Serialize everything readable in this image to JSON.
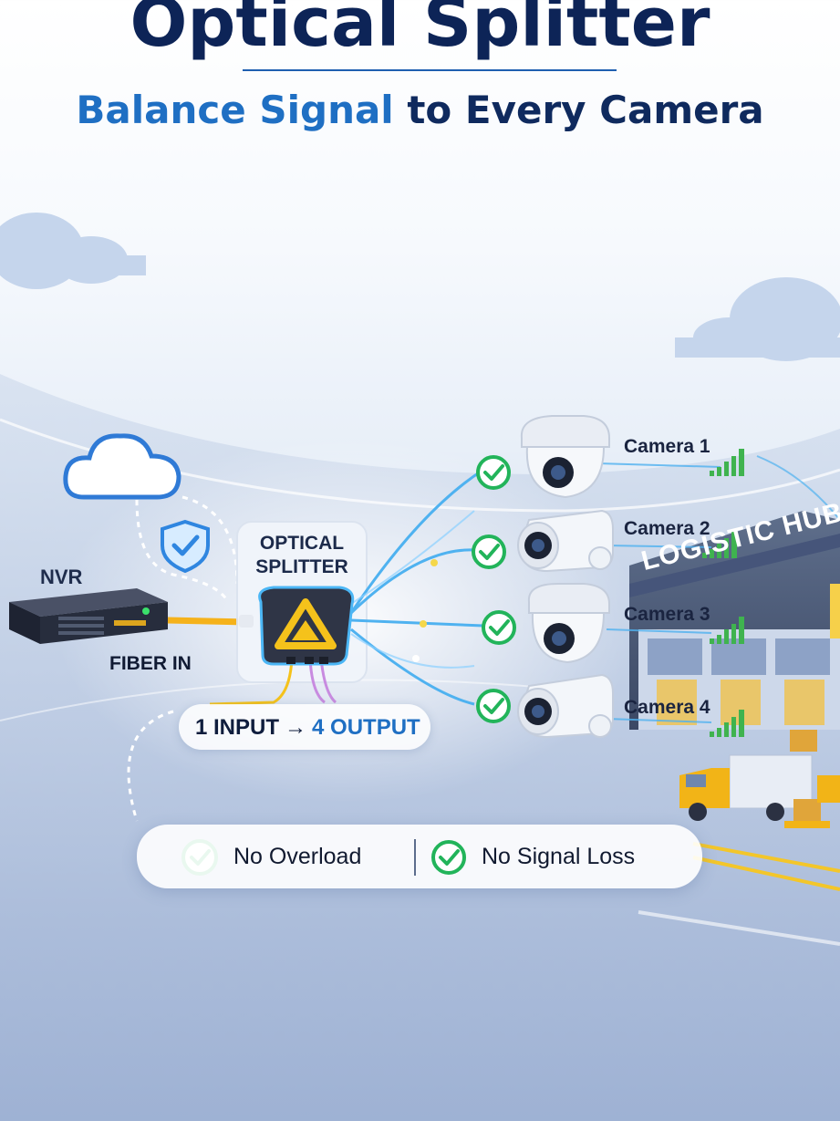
{
  "header": {
    "title": "Optical Splitter",
    "subtitle_highlight": "Balance Signal",
    "subtitle_rest": " to Every Camera"
  },
  "diagram": {
    "nvr_label": "NVR",
    "fiber_label": "FIBER IN",
    "splitter_label_line1": "OPTICAL",
    "splitter_label_line2": "SPLITTER",
    "io": {
      "input": "1 INPUT",
      "arrow": "→",
      "output": "4 OUTPUT"
    },
    "hub_label": "LOGISTIC HUB",
    "cameras": [
      {
        "label": "Camera 1"
      },
      {
        "label": "Camera 2"
      },
      {
        "label": "Camera 3"
      },
      {
        "label": "Camera 4"
      }
    ]
  },
  "features": [
    {
      "label": "No Overload"
    },
    {
      "label": "No Signal Loss"
    }
  ],
  "colors": {
    "title": "#0d2457",
    "accent_blue": "#1f6fc3",
    "check_green": "#22b45a",
    "signal_green": "#3fb34f",
    "fiber_yellow": "#f5c21b"
  },
  "icons": [
    "cloud-icon",
    "shield-check-icon",
    "nvr-device-icon",
    "splitter-box-icon",
    "check-circle-icon",
    "dome-camera-icon",
    "bullet-camera-icon",
    "signal-bars-icon",
    "warehouse-icon",
    "truck-icon"
  ]
}
